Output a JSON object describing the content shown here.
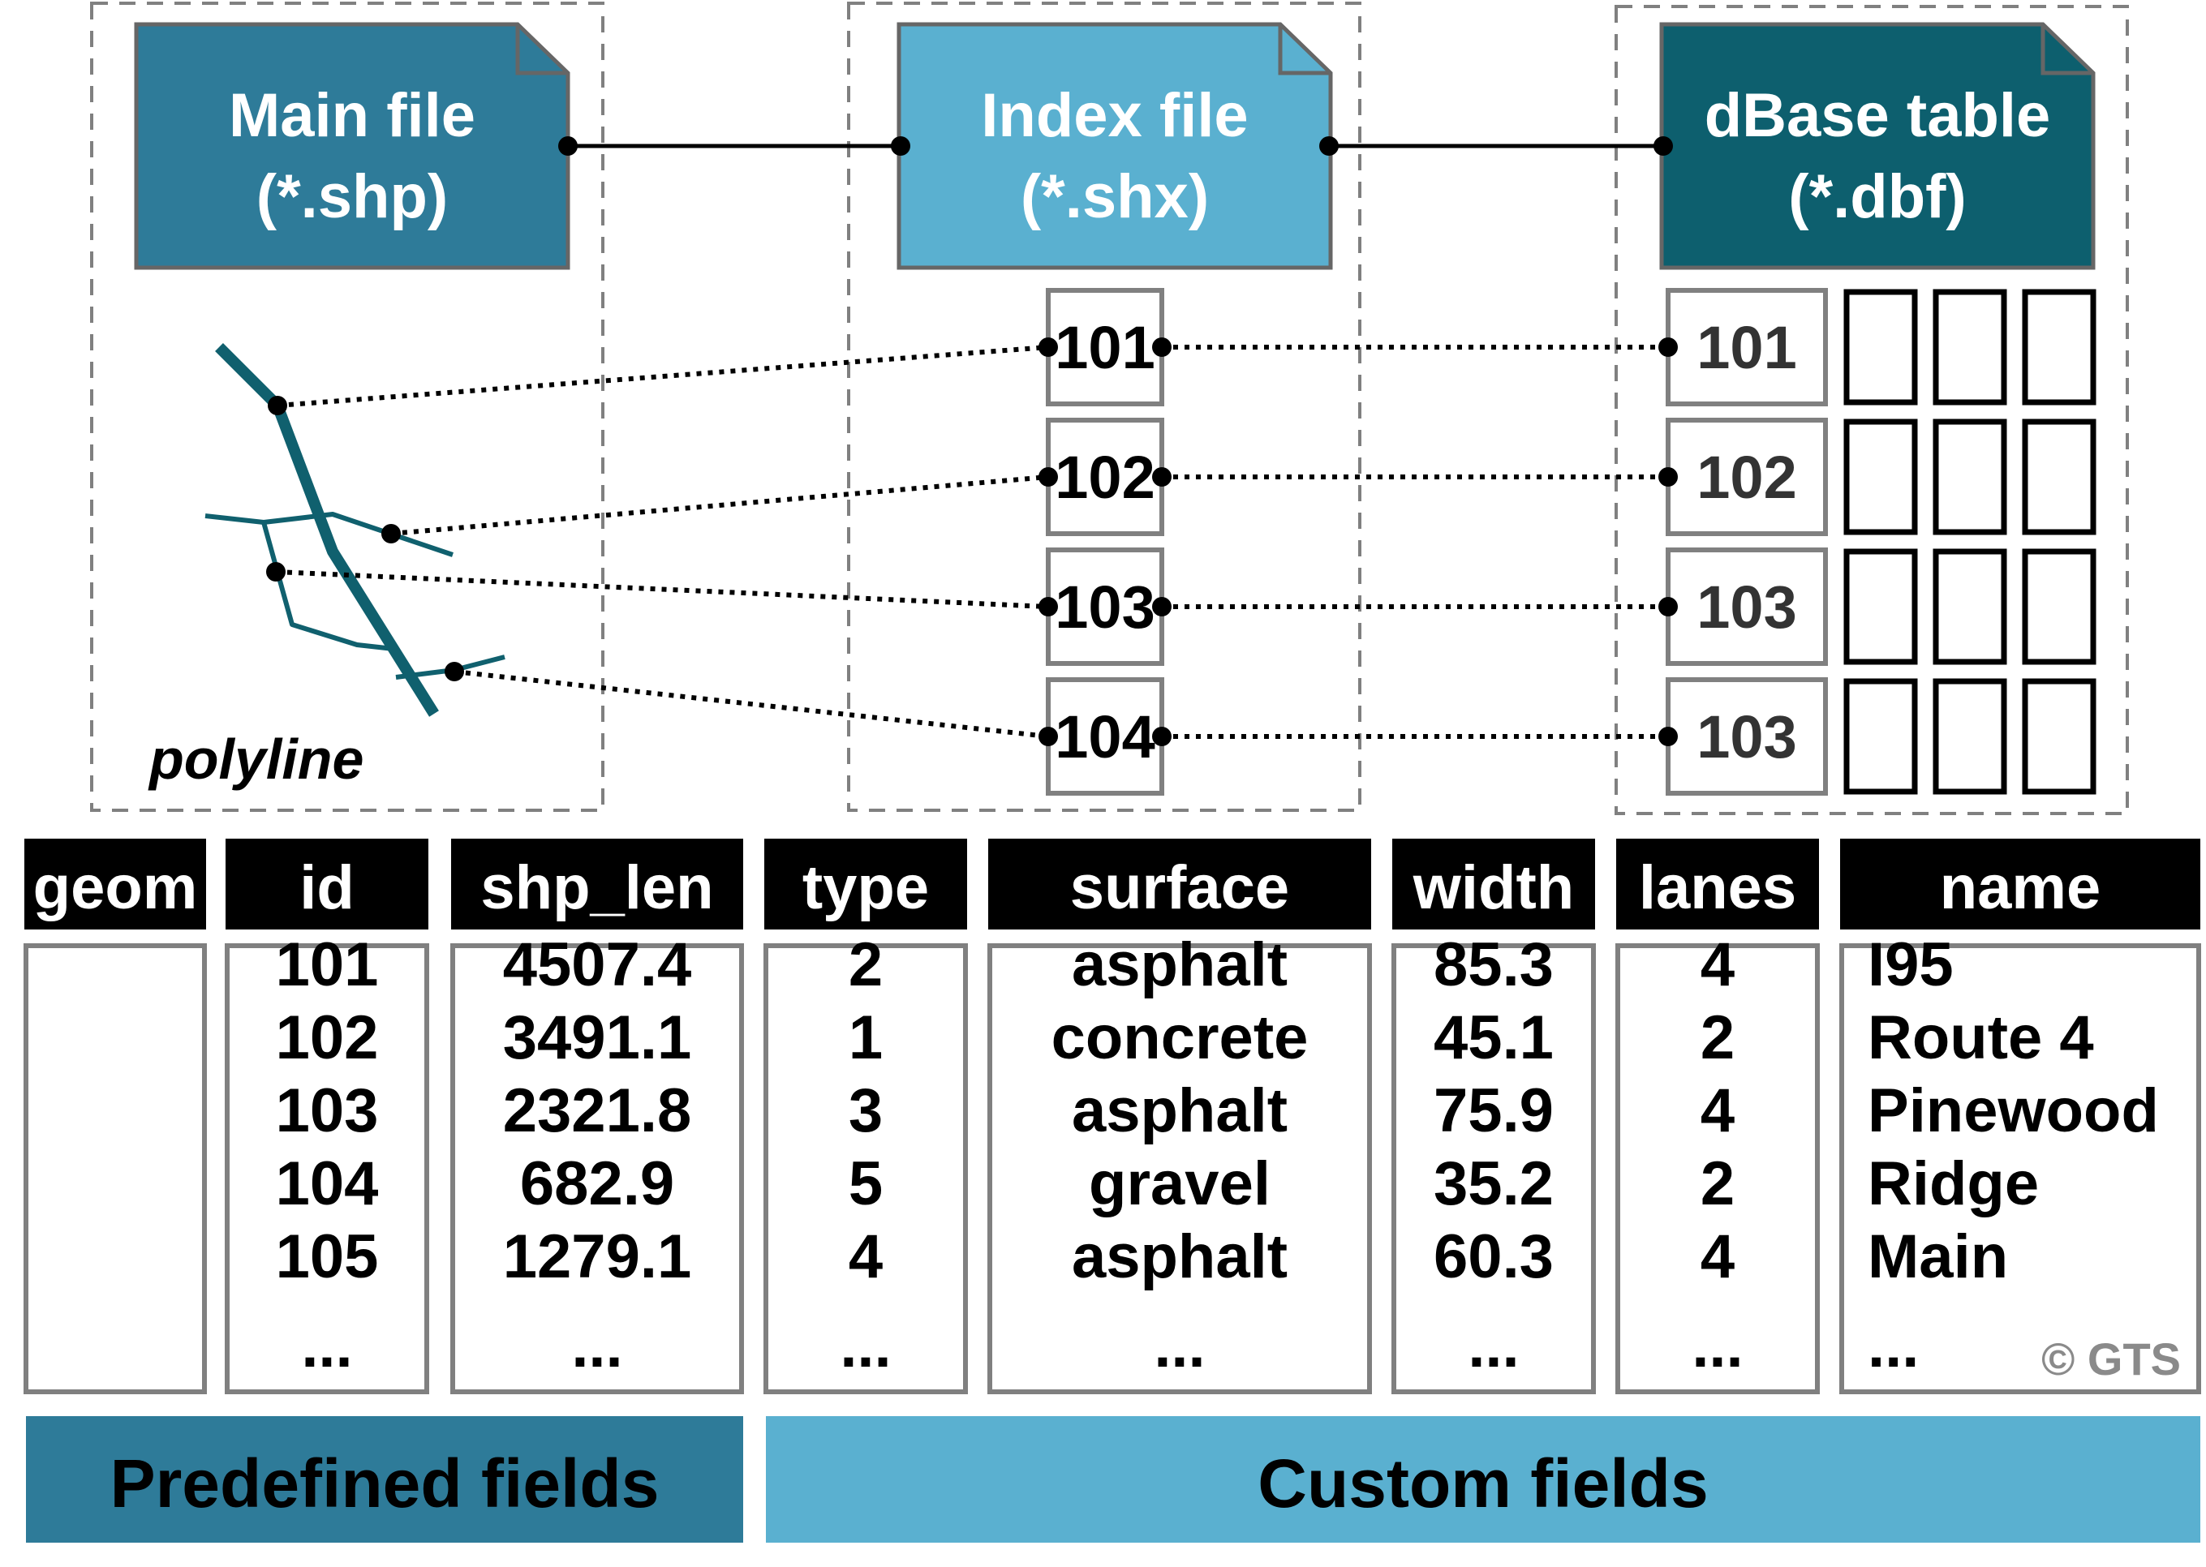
{
  "files": {
    "main": {
      "line1": "Main file",
      "line2": "(*.shp)",
      "color": "#2e7b99"
    },
    "index": {
      "line1": "Index file",
      "line2": "(*.shx)",
      "color": "#5ab0d0"
    },
    "dbase": {
      "line1": "dBase table",
      "line2": "(*.dbf)",
      "color": "#0d5f6e"
    }
  },
  "polyline_label": "polyline",
  "index_records": [
    "101",
    "102",
    "103",
    "104"
  ],
  "dbase_records": [
    "101",
    "102",
    "103",
    "103"
  ],
  "table": {
    "columns": [
      {
        "header": "geom",
        "values": []
      },
      {
        "header": "id",
        "values": [
          "101",
          "102",
          "103",
          "104",
          "105",
          "..."
        ]
      },
      {
        "header": "shp_len",
        "values": [
          "4507.4",
          "3491.1",
          "2321.8",
          "682.9",
          "1279.1",
          "..."
        ]
      },
      {
        "header": "type",
        "values": [
          "2",
          "1",
          "3",
          "5",
          "4",
          "..."
        ]
      },
      {
        "header": "surface",
        "values": [
          "asphalt",
          "concrete",
          "asphalt",
          "gravel",
          "asphalt",
          "..."
        ]
      },
      {
        "header": "width",
        "values": [
          "85.3",
          "45.1",
          "75.9",
          "35.2",
          "60.3",
          "..."
        ]
      },
      {
        "header": "lanes",
        "values": [
          "4",
          "2",
          "4",
          "2",
          "4",
          "..."
        ]
      },
      {
        "header": "name",
        "values": [
          "I95",
          "Route 4",
          "Pinewood",
          "Ridge",
          "Main",
          "..."
        ]
      }
    ]
  },
  "copyright": "© GTS",
  "groups": {
    "predefined": {
      "label": "Predefined fields",
      "color": "#2e7b99"
    },
    "custom": {
      "label": "Custom fields",
      "color": "#5ab0d0"
    }
  },
  "colors": {
    "polyline": "#10606e",
    "header_bg": "#000000",
    "cell_border": "#808080"
  }
}
